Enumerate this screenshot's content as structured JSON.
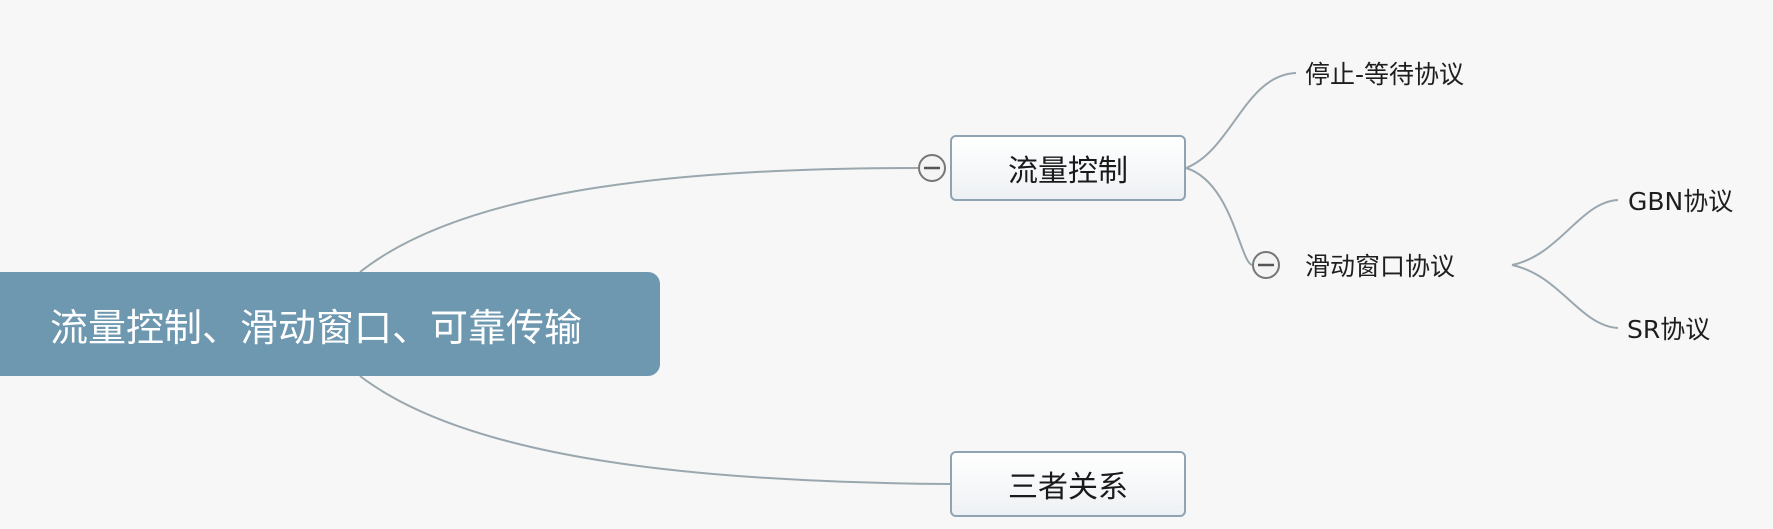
{
  "root": {
    "label": "流量控制、滑动窗口、可靠传输"
  },
  "branches": [
    {
      "label": "流量控制",
      "children": [
        {
          "label": "停止-等待协议"
        },
        {
          "label": "滑动窗口协议",
          "children": [
            {
              "label": "GBN协议"
            },
            {
              "label": "SR协议"
            }
          ]
        }
      ]
    },
    {
      "label": "三者关系"
    }
  ],
  "colors": {
    "root_fill": "#6e97b0",
    "node_border": "#8fa3b3",
    "connector": "#9aa7ae",
    "background": "#f7f7f7"
  },
  "icons": [
    "collapse-icon"
  ]
}
